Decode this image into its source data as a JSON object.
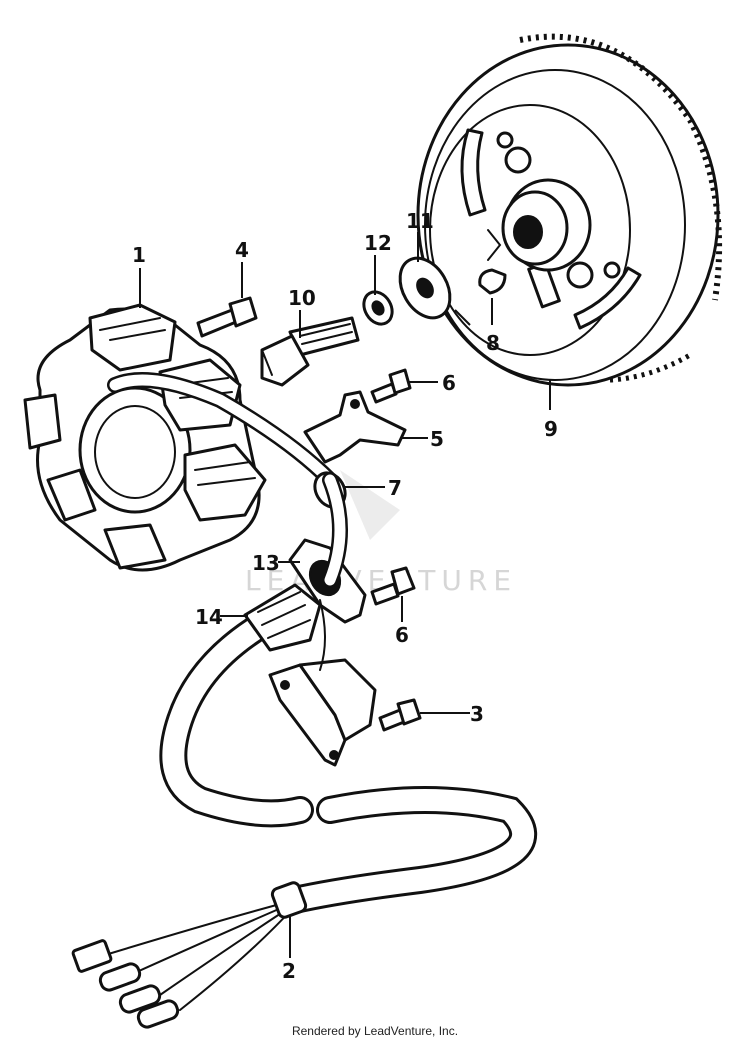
{
  "callouts": [
    {
      "num": "1"
    },
    {
      "num": "2"
    },
    {
      "num": "3"
    },
    {
      "num": "4"
    },
    {
      "num": "5"
    },
    {
      "num": "6"
    },
    {
      "num": "6"
    },
    {
      "num": "7"
    },
    {
      "num": "8"
    },
    {
      "num": "9"
    },
    {
      "num": "10"
    },
    {
      "num": "11"
    },
    {
      "num": "12"
    },
    {
      "num": "13"
    },
    {
      "num": "14"
    }
  ],
  "watermark": "LEADVENTURE",
  "footer": "Rendered by LeadVenture, Inc."
}
